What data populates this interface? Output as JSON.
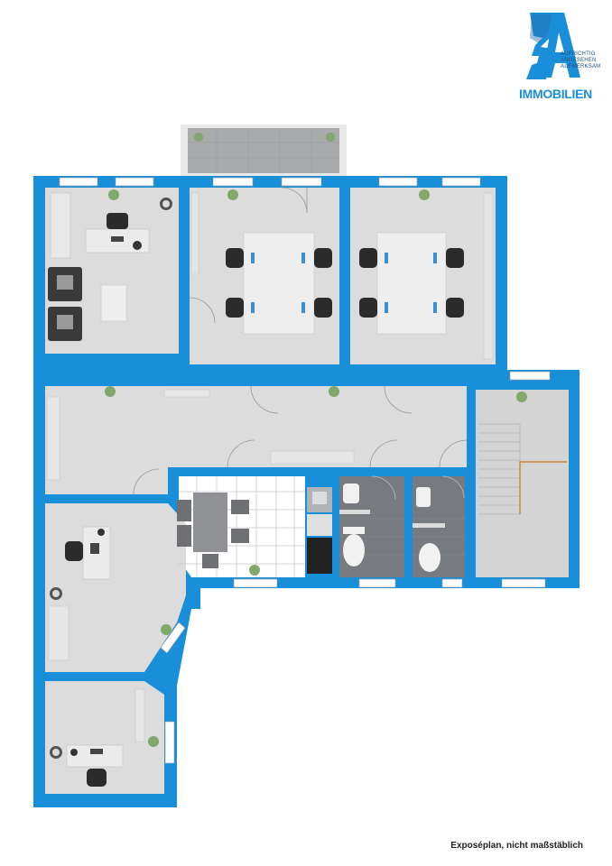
{
  "logo": {
    "mark_text": "3A",
    "tagline": [
      "AUFRICHTIG",
      "ANGESEHEN",
      "AUFMERKSAM"
    ],
    "brand": "IMMOBILIEN"
  },
  "footer": {
    "note": "Exposéplan, nicht maßstäblich"
  },
  "colors": {
    "wall": "#1a8fd9",
    "floor": "#dcdcdc",
    "floor_dark": "#777b80",
    "tile": "#ffffff",
    "window": "#ffffff",
    "furniture": "#2b2b2b"
  },
  "rooms": [
    {
      "type": "office"
    },
    {
      "type": "office"
    },
    {
      "type": "office"
    },
    {
      "type": "hallway"
    },
    {
      "type": "kitchen"
    },
    {
      "type": "bathroom"
    },
    {
      "type": "toilet"
    },
    {
      "type": "staircase"
    },
    {
      "type": "office"
    },
    {
      "type": "office"
    },
    {
      "type": "balcony"
    }
  ]
}
